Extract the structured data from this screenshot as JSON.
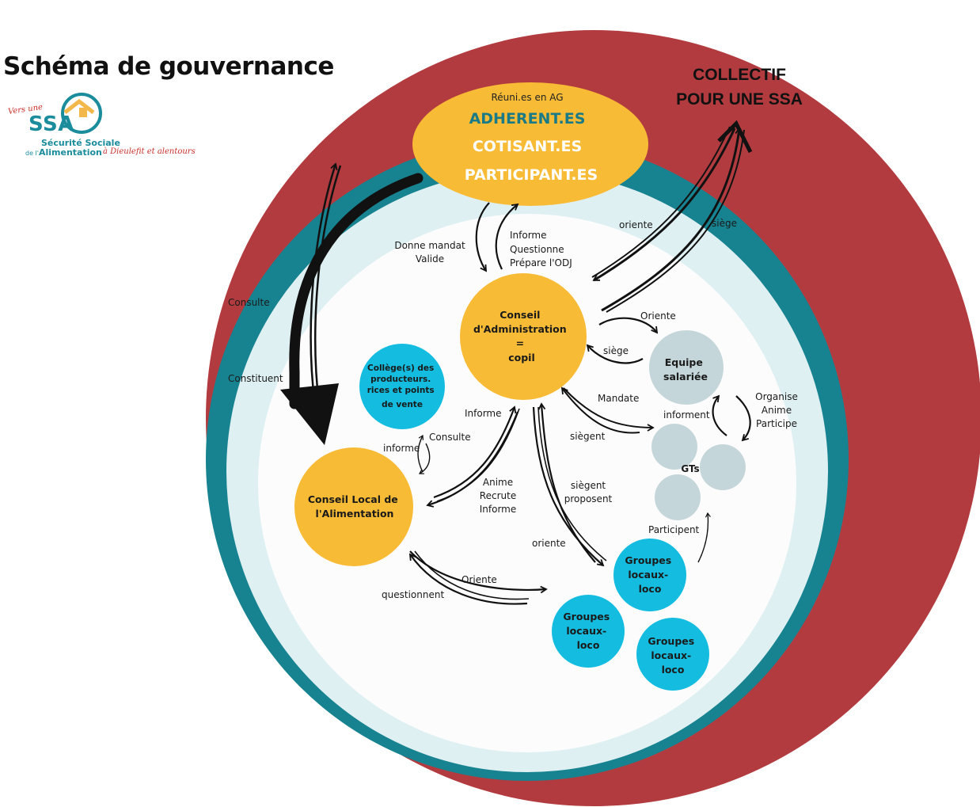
{
  "title": "Schéma de gouvernance",
  "logo": {
    "vers_une": "Vers une",
    "acronym": "SSA",
    "line1": "Sécurité Sociale",
    "line2_prefix": "de l'",
    "line2_bold": "Alimentation",
    "line3": "à Dieulefit et alentours"
  },
  "colors": {
    "outer_ring": "#b23b3f",
    "teal_ring": "#188390",
    "light_ring": "#dff0f3",
    "inner": "#fcfcfc",
    "yellow": "#f8bb35",
    "cyan": "#14bde0",
    "grey": "#c5d6da",
    "text": "#1a1a1a"
  },
  "collectif": {
    "line1": "COLLECTIF",
    "line2": "POUR UNE SSA"
  },
  "ag": {
    "subtitle": "Réuni.es en AG",
    "line1": "ADHERENT.ES",
    "line2": "COTISANT.ES",
    "line3": "PARTICIPANT.ES"
  },
  "nodes": {
    "ca": [
      "Conseil",
      "d'Administration",
      "=",
      "copil"
    ],
    "cla": [
      "Conseil Local de",
      "l'Alimentation"
    ],
    "college": [
      "Collège(s) des",
      "producteurs.",
      "rices et points",
      "de vente"
    ],
    "equipe": [
      "Equipe",
      "salariée"
    ],
    "gts": "GTs",
    "groupes_1": [
      "Groupes",
      "locaux-",
      "loco"
    ],
    "groupes_2": [
      "Groupes",
      "locaux-",
      "loco"
    ],
    "groupes_3": [
      "Groupes",
      "locaux-",
      "loco"
    ]
  },
  "labels": {
    "donne_mandat": [
      "Donne mandat",
      "Valide"
    ],
    "informe_q": [
      "Informe",
      "Questionne",
      "Prépare l'ODJ"
    ],
    "oriente_top": "oriente",
    "siege_top": "siège",
    "consulte_left": "Consulte",
    "constituent": "Constituent",
    "oriente_eq": "Oriente",
    "siege_eq": "siège",
    "mandate": "Mandate",
    "siegent_a": "siègent",
    "informe_mid": "Informe",
    "consulte_mid": "Consulte",
    "informe_col": "informe",
    "anime": [
      "Anime",
      "Recrute",
      "Informe"
    ],
    "siegent_prop": [
      "siègent",
      "proposent"
    ],
    "oriente_gl": "oriente",
    "organise": [
      "Organise",
      "Anime",
      "Participe"
    ],
    "informent": "informent",
    "participent": "Participent",
    "oriente_bottom": "Oriente",
    "questionnent": "questionnent"
  }
}
